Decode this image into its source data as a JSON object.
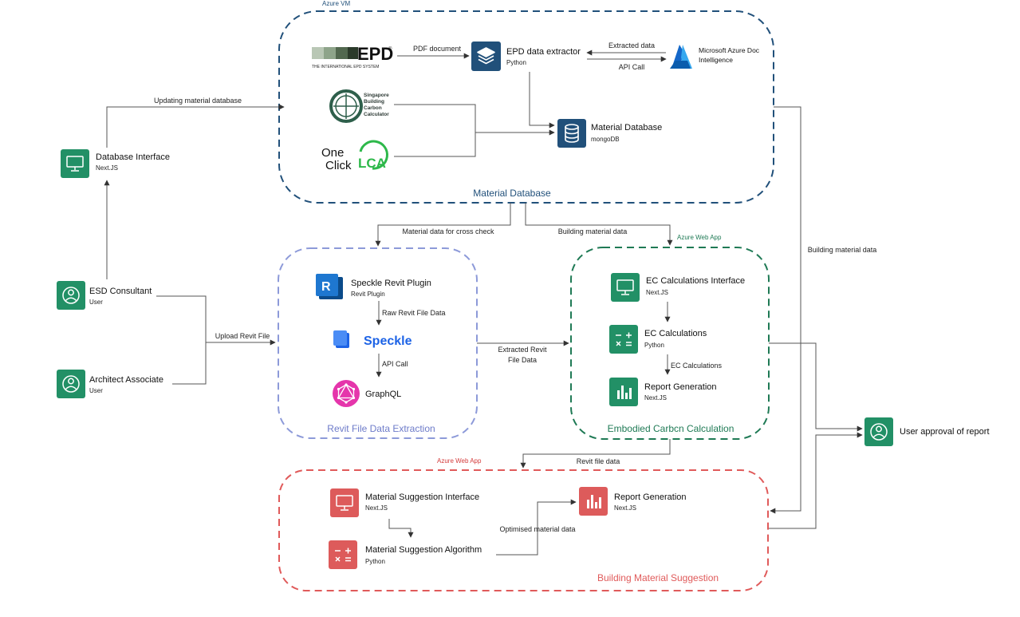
{
  "colors": {
    "node_green": "#229066",
    "node_navy": "#21507a",
    "node_red": "#dd5b5b",
    "group_vm": "#21507a",
    "group_revit": "#8d9ad9",
    "group_ec": "#1f7a55",
    "group_suggest": "#e05a5a",
    "tag_blue": "#21507a",
    "tag_green": "#1f7a55",
    "tag_red": "#d43c3c",
    "speckle_blue": "#1d63e6",
    "graphql_pink": "#e535ab",
    "lca_green": "#2db84a"
  },
  "groups": {
    "material_database": {
      "tag": "Azure VM",
      "title": "Material Database"
    },
    "revit_extraction": {
      "title": "Revit File Data Extraction"
    },
    "embodied_carbon": {
      "tag": "Azure Web App",
      "title": "Embodied Carbcn Calculation"
    },
    "building_suggestion": {
      "tag": "Azure Web App",
      "title": "Building Material Suggestion"
    }
  },
  "nodes": {
    "epd_extractor": {
      "title": "EPD data extractor",
      "sub": "Python",
      "icon": "layers-icon"
    },
    "azure_doc": {
      "title": "Microsoft Azure Doc",
      "title2": "Intelligence",
      "icon": "azure-logo-icon"
    },
    "material_db": {
      "title": "Material Database",
      "sub": "mongoDB",
      "icon": "database-icon"
    },
    "database_interface": {
      "title": "Database Interface",
      "sub": "Next.JS",
      "icon": "monitor-icon"
    },
    "esd_consultant": {
      "title": "ESD Consultant",
      "sub": "User",
      "icon": "user-icon"
    },
    "architect_associate": {
      "title": "Architect Associate",
      "sub": "User",
      "icon": "user-icon"
    },
    "speckle_plugin": {
      "title": "Speckle Revit Plugin",
      "sub": "Revit Plugin",
      "icon": "revit-logo-icon"
    },
    "speckle": {
      "title": "Speckle",
      "icon": "speckle-logo-icon"
    },
    "graphql": {
      "title": "GraphQL",
      "icon": "graphql-logo-icon"
    },
    "ec_interface": {
      "title": "EC Calculations Interface",
      "sub": "Next.JS",
      "icon": "monitor-icon"
    },
    "ec_calculations": {
      "title": "EC Calculations",
      "sub": "Python",
      "icon": "calculator-icon"
    },
    "report_generation_ec": {
      "title": "Report Generation",
      "sub": "Next.JS",
      "icon": "bar-chart-icon"
    },
    "user_approval": {
      "title": "User approval of report",
      "icon": "user-icon"
    },
    "suggestion_interface": {
      "title": "Material Suggestion Interface",
      "sub": "Next.JS",
      "icon": "monitor-icon"
    },
    "suggestion_algorithm": {
      "title": "Material Suggestion Algorithm",
      "sub": "Python",
      "icon": "calculator-icon"
    },
    "report_generation_suggest": {
      "title": "Report Generation",
      "sub": "Next.JS",
      "icon": "bar-chart-icon"
    }
  },
  "logos": {
    "epd": {
      "text": "EPD",
      "mark": "®",
      "caption": "THE INTERNATIONAL EPD SYSTEM"
    },
    "sbcc": {
      "line1": "Singapore",
      "line2": "Building",
      "line3": "Carbon",
      "line4": "Calculator"
    },
    "oneclick": {
      "line1": "One",
      "line2": "Click",
      "lca": "LCA"
    }
  },
  "edges": {
    "pdf_document": "PDF document",
    "extracted_data": "Extracted data",
    "api_call_azure": "API Call",
    "updating_material_db": "Updating material database",
    "material_cross_check": "Material data for cross check",
    "building_material_data_ec": "Building material data",
    "building_material_data_right": "Building material data",
    "upload_revit": "Upload Revit File",
    "raw_revit_data": "Raw Revit File Data",
    "api_call_speckle": "API Call",
    "extracted_revit_1": "Extracted Revit",
    "extracted_revit_2": "File Data",
    "ec_calculations_edge": "EC Calculations",
    "revit_file_data": "Revit file data",
    "optimised_material": "Optimised material data"
  }
}
